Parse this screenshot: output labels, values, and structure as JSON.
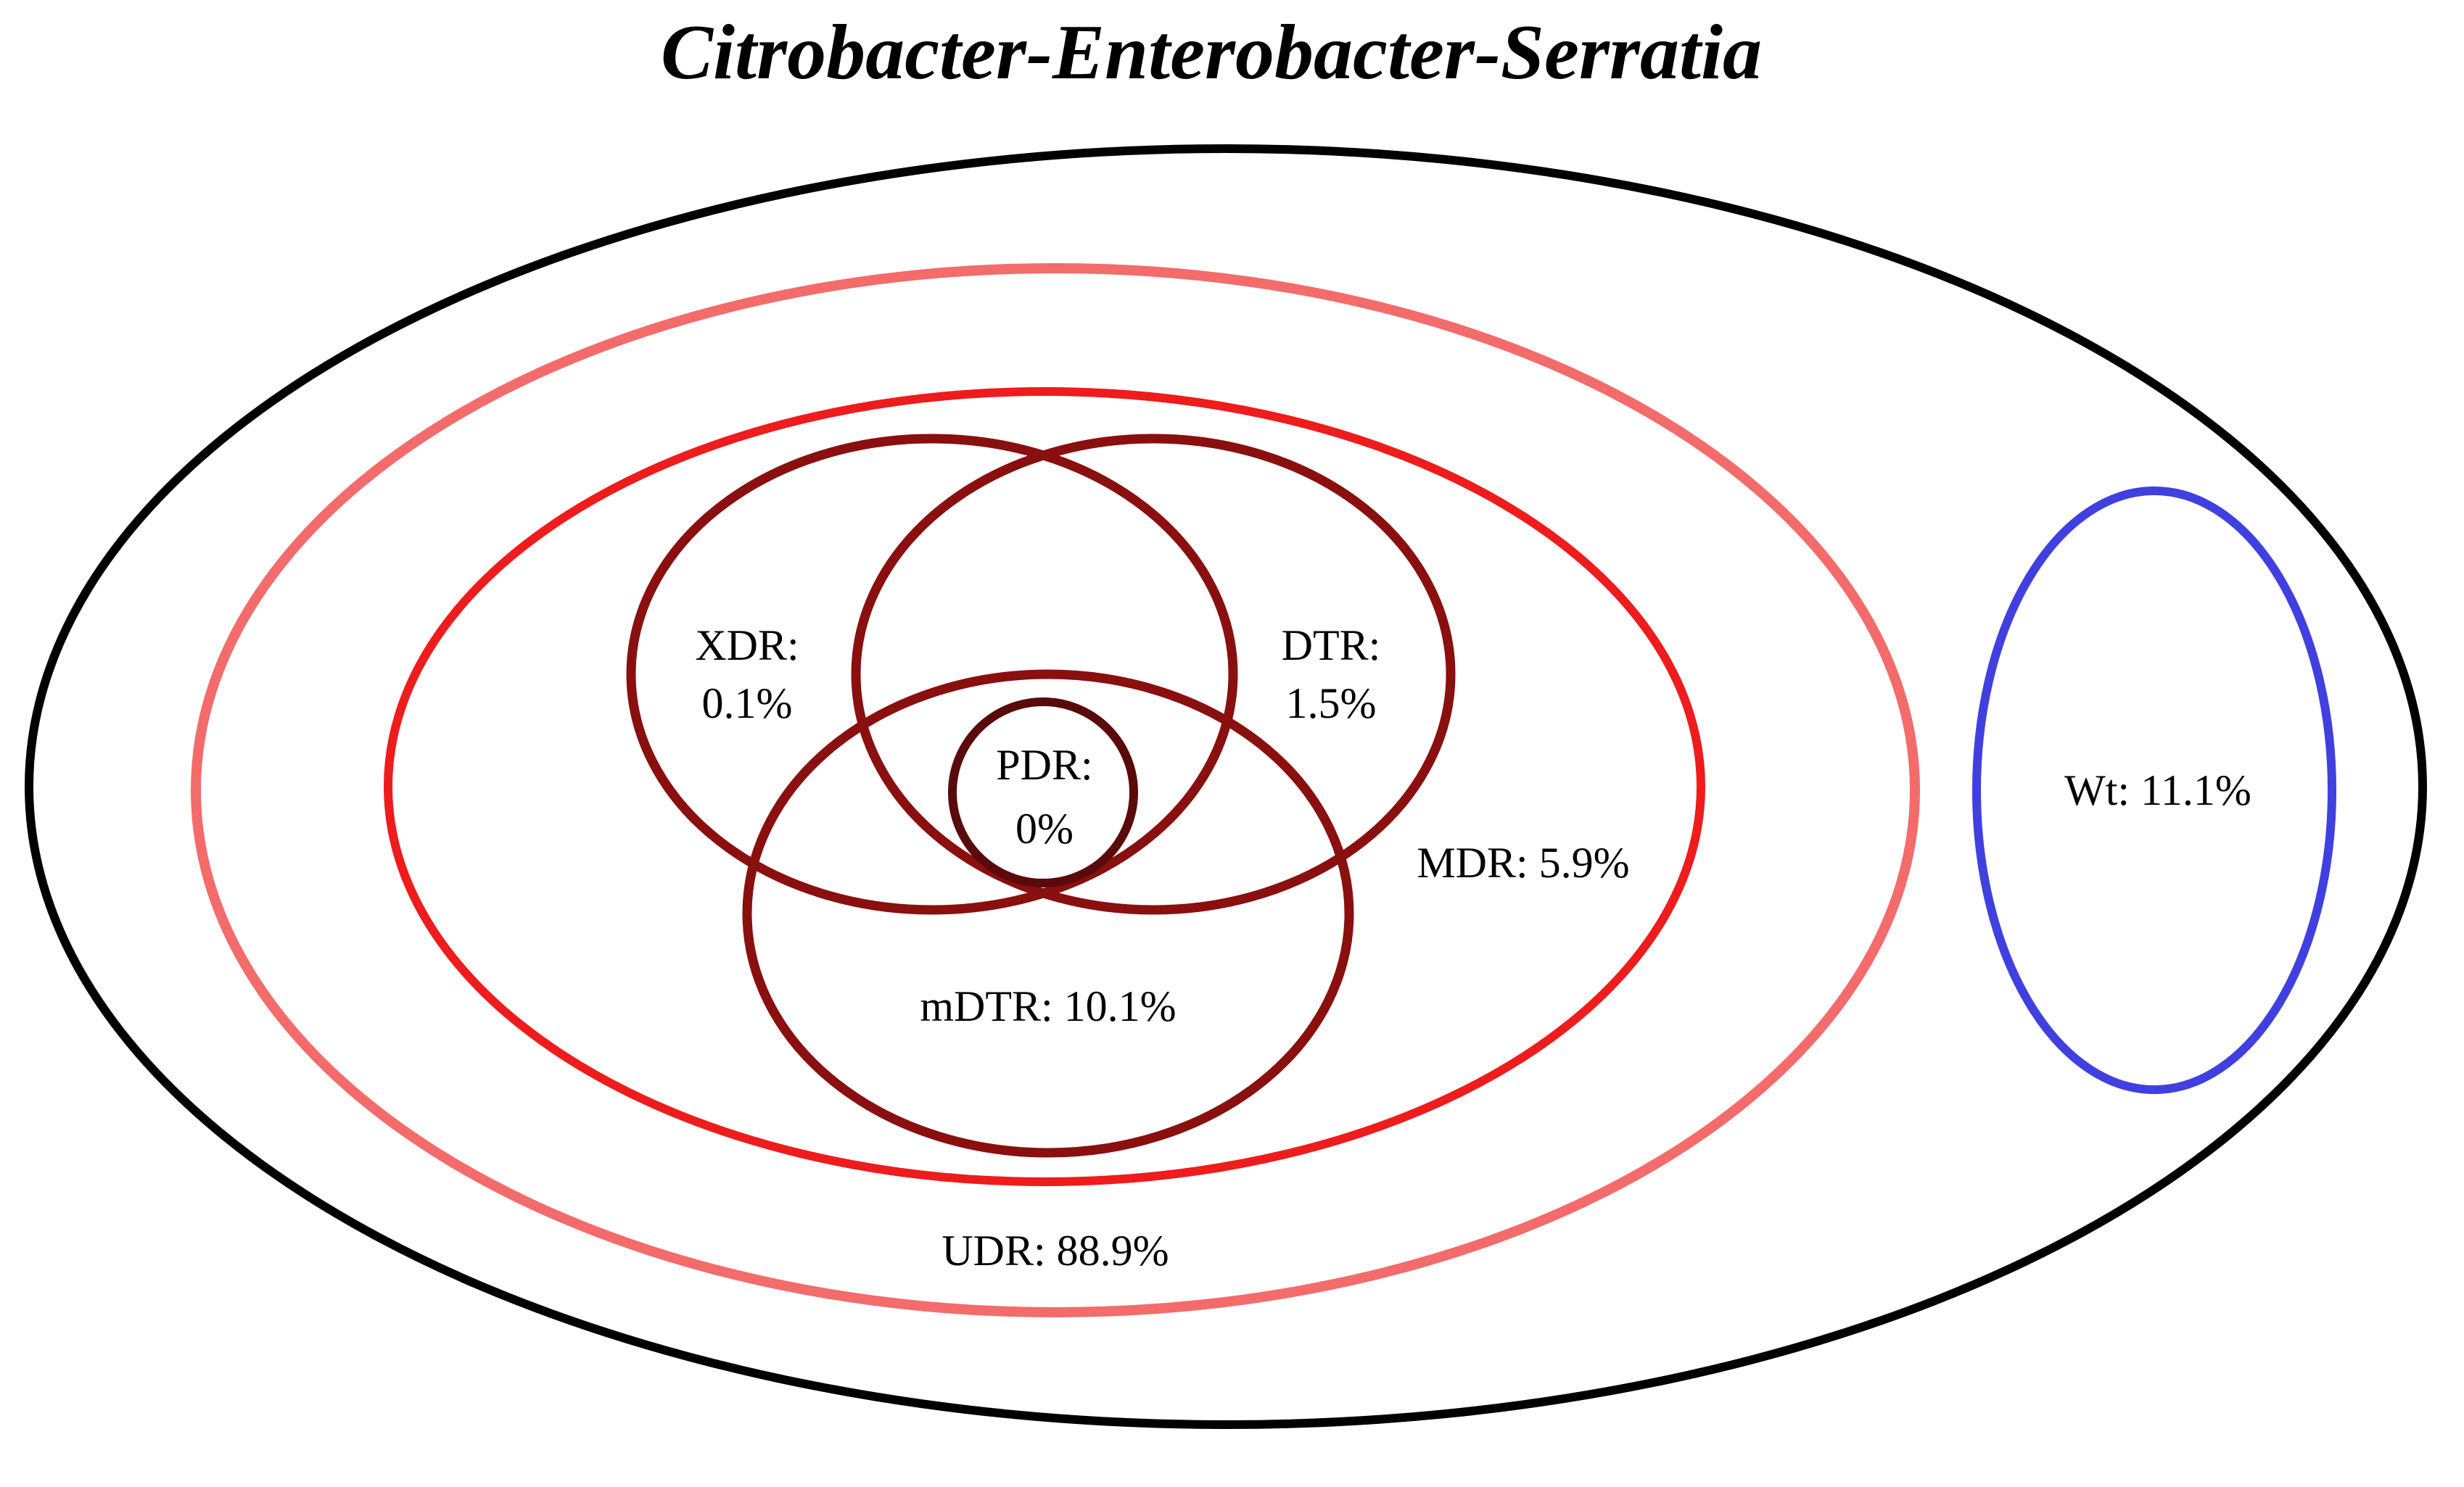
{
  "title": "Citrobacter-Enterobacter-Serratia",
  "colors": {
    "outer": "#000000",
    "udr": "#f46b6b",
    "mdr": "#ee1c1c",
    "dark_red": "#8a0f0f",
    "pdr": "#5a0a0a",
    "wt": "#4040e0"
  },
  "labels": {
    "xdr_name": "XDR:",
    "xdr_value": "0.1%",
    "dtr_name": "DTR:",
    "dtr_value": "1.5%",
    "pdr_name": "PDR:",
    "pdr_value": "0%",
    "mdr": "MDR: 5.9%",
    "mdtr": "mDTR: 10.1%",
    "udr": "UDR: 88.9%",
    "wt": "Wt: 11.1%"
  }
}
